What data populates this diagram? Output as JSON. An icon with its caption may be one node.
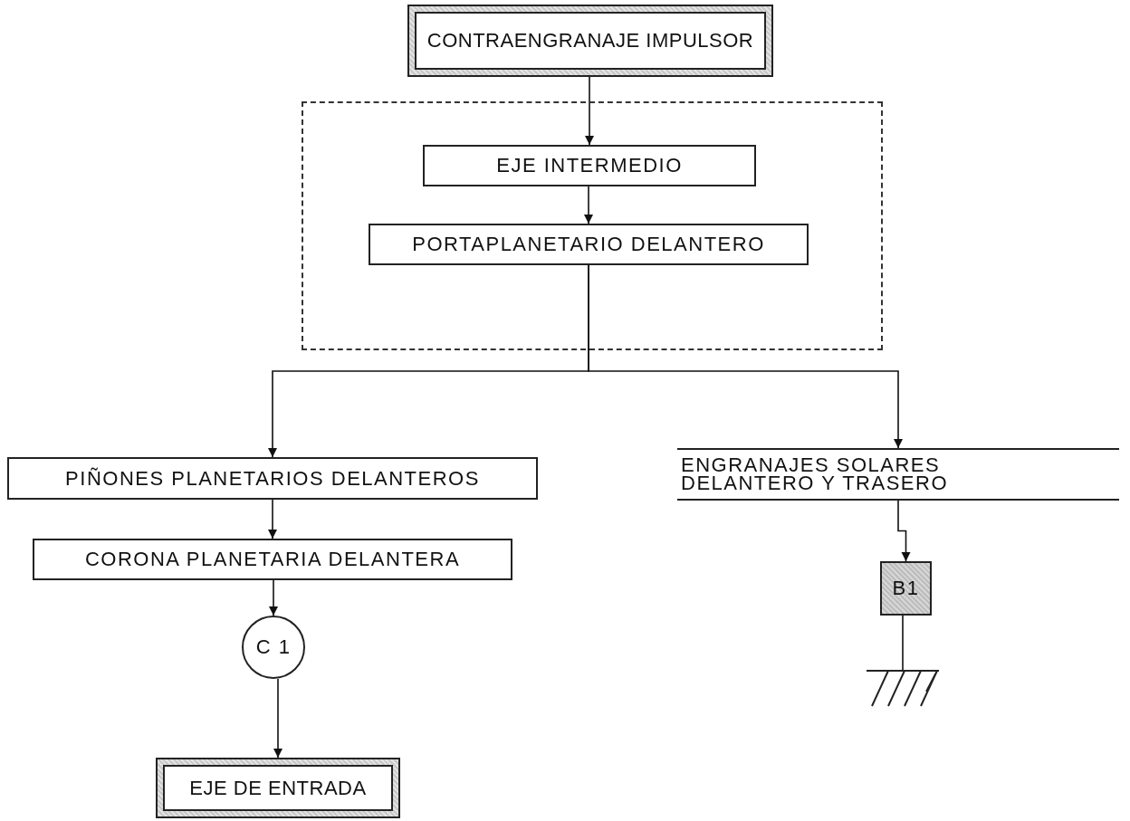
{
  "diagram": {
    "nodes": [
      {
        "text": [
          "CONTRAENGRANAJE IMPULSOR"
        ]
      },
      {
        "text": [],
        "shape": "box"
      },
      {
        "text": [
          "EJE INTERMEDIO"
        ],
        "in": 1
      },
      {
        "text": [
          "PORTAPLANETARIO DELANTERO"
        ],
        "in": 1
      },
      {
        "text": [
          "PIÑONES PLANETARIOS DELANTEROS"
        ]
      },
      {
        "text": [
          "ENGRANAJES SOLARES DELANTERO Y TRASERO"
        ]
      },
      {
        "text": [
          "CORONA PLANETARIA DELANTERA"
        ]
      },
      {
        "text": [
          "C 1"
        ]
      },
      {
        "text": [
          "B1"
        ]
      },
      {
        "text": [],
        "shape": "ground"
      },
      {
        "text": [
          "EJE DE ENTRADA"
        ]
      }
    ],
    "edges": [
      {
        "from": 0,
        "to": 2,
        "arrow": "to"
      },
      {
        "from": 2,
        "to": 3,
        "arrow": "to"
      },
      {
        "from": 3,
        "to": 4,
        "arrow": "to"
      },
      {
        "from": 3,
        "to": 5,
        "arrow": "to"
      },
      {
        "from": 4,
        "to": 6,
        "arrow": "to"
      },
      {
        "from": 6,
        "to": 7,
        "arrow": "to"
      },
      {
        "from": 7,
        "to": 10,
        "arrow": "to"
      },
      {
        "from": 5,
        "to": 8,
        "arrow": "to"
      },
      {
        "from": 8,
        "to": 9,
        "arrow": "none"
      }
    ]
  }
}
